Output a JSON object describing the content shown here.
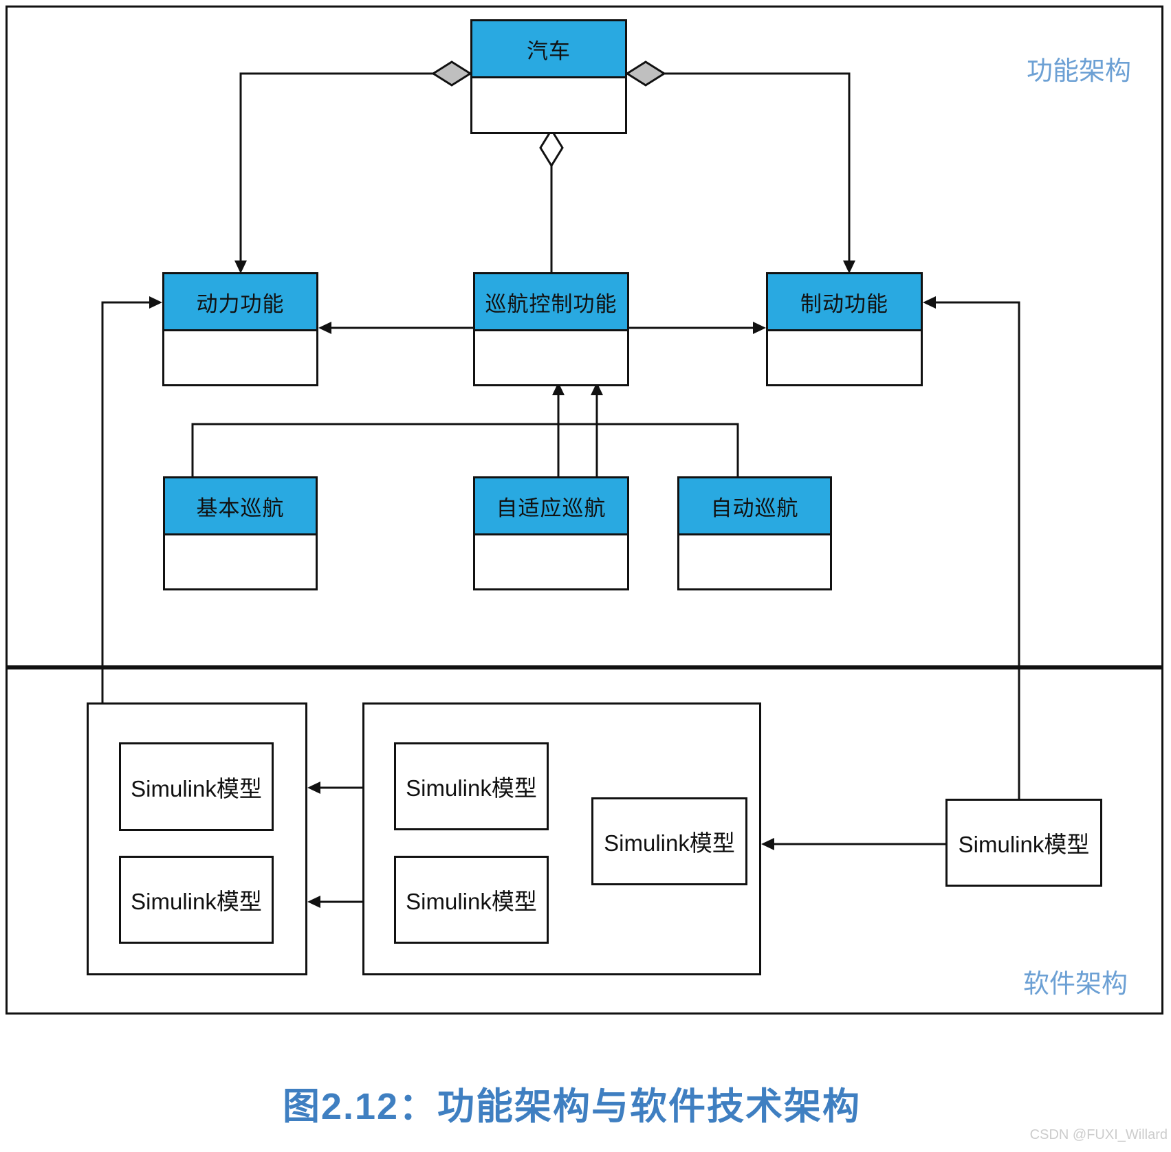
{
  "section_labels": {
    "functional": "功能架构",
    "software": "软件架构"
  },
  "functional": {
    "car": "汽车",
    "power": "动力功能",
    "cruise_control": "巡航控制功能",
    "brake": "制动功能",
    "basic_cruise": "基本巡航",
    "adaptive_cruise": "自适应巡航",
    "auto_cruise": "自动巡航"
  },
  "software": {
    "model_label": "Simulink模型"
  },
  "caption": "图2.12：功能架构与软件技术架构",
  "watermark": "CSDN @FUXI_Willard",
  "colors": {
    "box_header_blue": "#29A9E1",
    "section_label_blue": "#6CA0D4",
    "caption_blue": "#3F7FC1",
    "watermark_gray": "#CCCCCC",
    "line_black": "#111111",
    "diamond_gray": "#BFBFBF"
  }
}
